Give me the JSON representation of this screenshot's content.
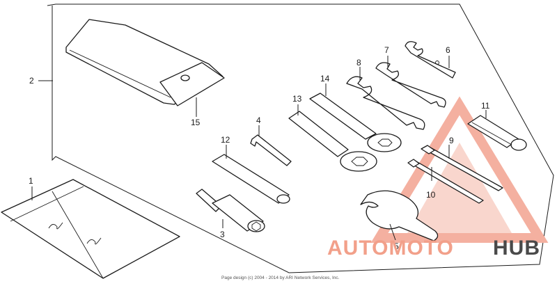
{
  "diagram": {
    "callouts": [
      {
        "id": "1",
        "text": "1"
      },
      {
        "id": "2",
        "text": "2"
      },
      {
        "id": "3",
        "text": "3"
      },
      {
        "id": "4",
        "text": "4"
      },
      {
        "id": "5",
        "text": "5"
      },
      {
        "id": "6",
        "text": "6"
      },
      {
        "id": "7",
        "text": "7"
      },
      {
        "id": "8",
        "text": "8"
      },
      {
        "id": "9",
        "text": "9"
      },
      {
        "id": "10",
        "text": "10"
      },
      {
        "id": "11",
        "text": "11"
      },
      {
        "id": "12",
        "text": "12"
      },
      {
        "id": "13",
        "text": "13"
      },
      {
        "id": "14",
        "text": "14"
      },
      {
        "id": "15",
        "text": "15"
      }
    ],
    "copyright": "Page design (c) 2004 - 2014 by ARI Network Services, Inc.",
    "watermark": {
      "part_a": "AUTOMOTO",
      "part_b": "HUB",
      "color_a": "#f2a08a",
      "color_b": "#4a4a4a"
    },
    "line_color": "#1a1a1a"
  }
}
